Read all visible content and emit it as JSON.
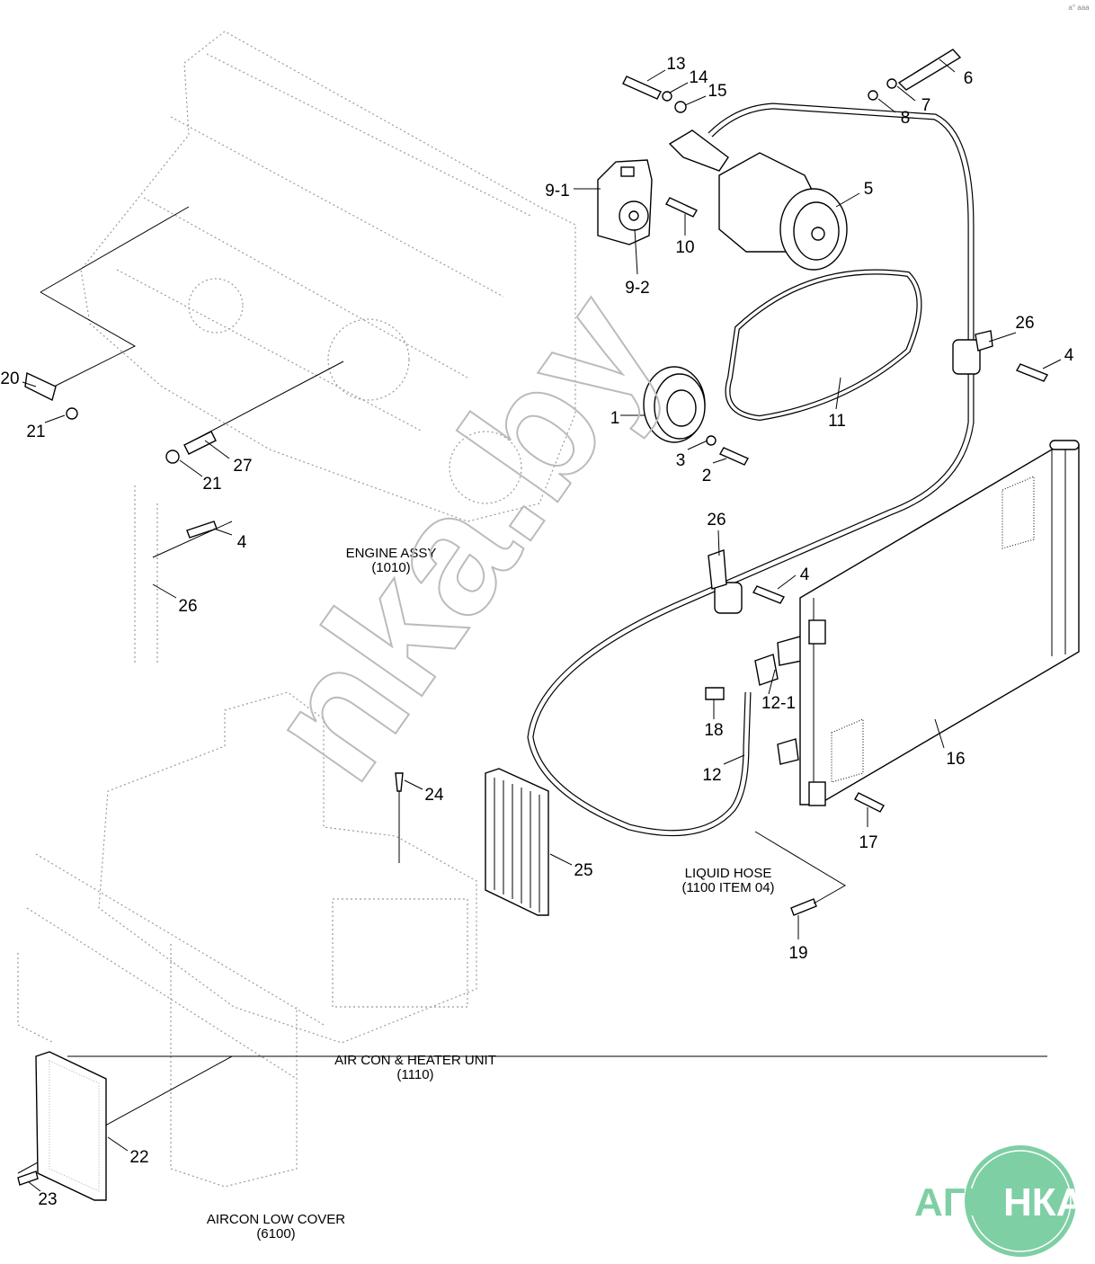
{
  "header": {
    "corner_mark": "a° aaa"
  },
  "callouts": [
    "13",
    "14",
    "15",
    "6",
    "7",
    "8",
    "9-1",
    "10",
    "5",
    "9-2",
    "26",
    "4",
    "11",
    "1",
    "3",
    "2",
    "20",
    "21",
    "27",
    "21",
    "4",
    "26",
    "26",
    "4",
    "12-1",
    "18",
    "16",
    "12",
    "24",
    "17",
    "25",
    "19",
    "22",
    "23"
  ],
  "captions": {
    "engine": {
      "name": "ENGINE ASSY",
      "code": "(1010)"
    },
    "liquid_hose": {
      "name": "LIQUID HOSE",
      "code": "(1100 ITEM 04)"
    },
    "aircon_heater": {
      "name": "AIR CON & HEATER UNIT",
      "code": "(1110)"
    },
    "aircon_cover": {
      "name": "AIRCON LOW COVER",
      "code": "(6100)"
    }
  },
  "watermark": "nka.by",
  "logo": {
    "left": "АГРО",
    "right": "НКА",
    "color": "#7fcfa5"
  }
}
